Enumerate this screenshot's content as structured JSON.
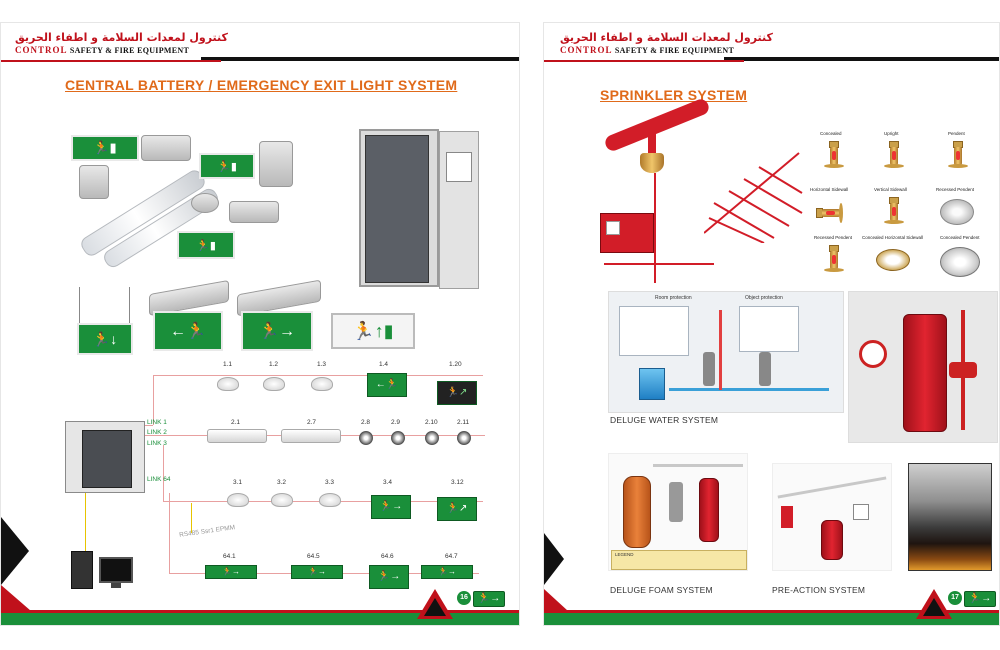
{
  "header": {
    "arabic": "كنترول لمعدات السلامة و اطفاء الحريق",
    "brand": "CONTROL",
    "tagline": "SAFETY & FIRE EQUIPMENT"
  },
  "left_page": {
    "title": "CENTRAL BATTERY / EMERGENCY EXIT LIGHT SYSTEM",
    "link_labels": [
      "LINK 1",
      "LINK 2",
      "LINK 3",
      "LINK 64"
    ],
    "cable_label": "RS485 Ssr1 EPMM",
    "rows": [
      [
        "1.1",
        "1.2",
        "1.3",
        "1.4",
        "1.20"
      ],
      [
        "2.1",
        "2.7",
        "2.8",
        "2.9",
        "2.10",
        "2.11"
      ],
      [
        "3.1",
        "3.2",
        "3.3",
        "3.4",
        "3.12"
      ],
      [
        "64.1",
        "64.5",
        "64.6",
        "64.7"
      ]
    ],
    "page_number": "16"
  },
  "right_page": {
    "title": "SPRINKLER SYSTEM",
    "sprinkler_types": [
      "Concealed",
      "Upright",
      "Pendent",
      "Horizontal Sidewall",
      "Vertical Sidewall",
      "Recessed Pendent",
      "Recessed Pendent",
      "Concealed Horizontal Sidewall",
      "Concealed Pendent"
    ],
    "deluge_labels": [
      "Room protection",
      "Object protection"
    ],
    "captions": {
      "deluge_water": "DELUGE WATER SYSTEM",
      "deluge_foam": "DELUGE FOAM SYSTEM",
      "pre_action": "PRE-ACTION SYSTEM"
    },
    "legend_title": "LEGEND",
    "page_number": "17"
  },
  "exit_symbol": "⇦🏃",
  "colors": {
    "brand_red": "#c0111b",
    "exit_green": "#1a8f3a",
    "title_orange": "#e06a1a"
  }
}
